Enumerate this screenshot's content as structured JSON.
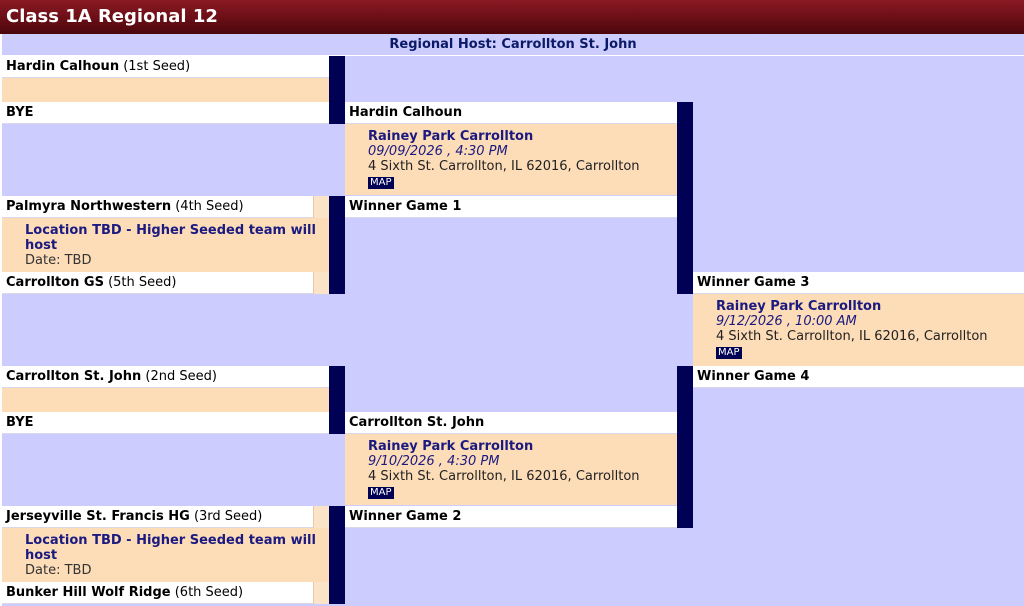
{
  "header": {
    "title": "Class 1A Regional 12"
  },
  "host": {
    "label": "Regional Host: Carrollton St. John"
  },
  "round1": {
    "g1": {
      "team_top": "Hardin Calhoun",
      "seed_top": "(1st Seed)",
      "team_bottom": "BYE"
    },
    "g2": {
      "team_top": "Palmyra Northwestern",
      "seed_top": "(4th Seed)",
      "location": "Location TBD - Higher Seeded team will host",
      "date": "Date: TBD",
      "team_bottom": "Carrollton GS",
      "seed_bottom": "(5th Seed)"
    },
    "g3": {
      "team_top": "Carrollton St. John",
      "seed_top": "(2nd Seed)",
      "team_bottom": "BYE"
    },
    "g4": {
      "team_top": "Jerseyville St. Francis HG",
      "seed_top": "(3rd Seed)",
      "location": "Location TBD - Higher Seeded team will host",
      "date": "Date: TBD",
      "team_bottom": "Bunker Hill Wolf Ridge",
      "seed_bottom": "(6th Seed)"
    }
  },
  "round2": {
    "g1": {
      "team_top": "Hardin Calhoun",
      "venue": "Rainey Park Carrollton",
      "datetime": "09/09/2026 , 4:30 PM",
      "address": "4 Sixth St. Carrollton, IL 62016, Carrollton",
      "map": "MAP",
      "team_bottom": "Winner Game 1"
    },
    "g2": {
      "team_top": "Carrollton St. John",
      "venue": "Rainey Park Carrollton",
      "datetime": "9/10/2026 , 4:30 PM",
      "address": "4 Sixth St. Carrollton, IL 62016, Carrollton",
      "map": "MAP",
      "team_bottom": "Winner Game 2"
    }
  },
  "final": {
    "team_top": "Winner Game 3",
    "venue": "Rainey Park Carrollton",
    "datetime": "9/12/2026 , 10:00 AM",
    "address": "4 Sixth St. Carrollton, IL 62016, Carrollton",
    "map": "MAP",
    "team_bottom": "Winner Game 4"
  }
}
